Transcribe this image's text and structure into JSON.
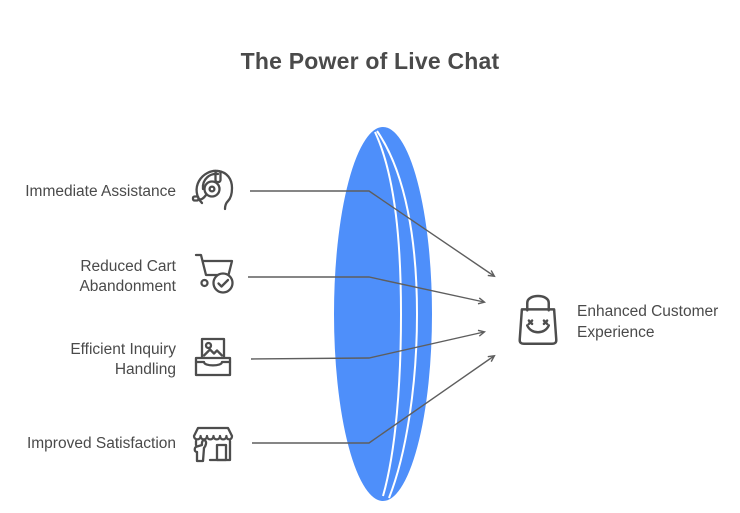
{
  "title": "The Power of Live Chat",
  "colors": {
    "lens_blue": "#4E8FFA",
    "text_dark": "#4A4A4A",
    "line_gray": "#5E5E5E",
    "icon_stroke": "#4D4D4D",
    "background": "#FFFFFF"
  },
  "left_items": [
    {
      "label": "Immediate Assistance",
      "icon": "headset-support-icon"
    },
    {
      "label": "Reduced Cart\nAbandonment",
      "icon": "cart-check-icon"
    },
    {
      "label": "Efficient Inquiry\nHandling",
      "icon": "inbox-image-icon"
    },
    {
      "label": "Improved Satisfaction",
      "icon": "storefront-thumbs-up-icon"
    }
  ],
  "result_item": {
    "label": "Enhanced Customer\nExperience",
    "icon": "shopping-bag-smile-icon"
  }
}
